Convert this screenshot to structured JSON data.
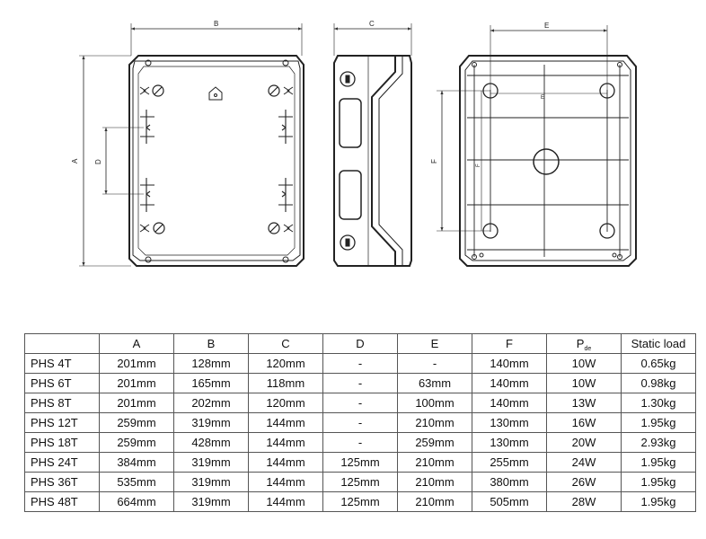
{
  "drawing": {
    "labels": {
      "a": "A",
      "b": "B",
      "c": "C",
      "d": "D",
      "e": "E",
      "f": "F"
    }
  },
  "table": {
    "headers": [
      "",
      "A",
      "B",
      "C",
      "D",
      "E",
      "F",
      "P",
      "Static load"
    ],
    "pde_sub": "de",
    "rows": [
      [
        "PHS 4T",
        "201mm",
        "128mm",
        "120mm",
        "-",
        "-",
        "140mm",
        "10W",
        "0.65kg"
      ],
      [
        "PHS 6T",
        "201mm",
        "165mm",
        "118mm",
        "-",
        "63mm",
        "140mm",
        "10W",
        "0.98kg"
      ],
      [
        "PHS 8T",
        "201mm",
        "202mm",
        "120mm",
        "-",
        "100mm",
        "140mm",
        "13W",
        "1.30kg"
      ],
      [
        "PHS 12T",
        "259mm",
        "319mm",
        "144mm",
        "-",
        "210mm",
        "130mm",
        "16W",
        "1.95kg"
      ],
      [
        "PHS 18T",
        "259mm",
        "428mm",
        "144mm",
        "-",
        "259mm",
        "130mm",
        "20W",
        "2.93kg"
      ],
      [
        "PHS 24T",
        "384mm",
        "319mm",
        "144mm",
        "125mm",
        "210mm",
        "255mm",
        "24W",
        "1.95kg"
      ],
      [
        "PHS 36T",
        "535mm",
        "319mm",
        "144mm",
        "125mm",
        "210mm",
        "380mm",
        "26W",
        "1.95kg"
      ],
      [
        "PHS 48T",
        "664mm",
        "319mm",
        "144mm",
        "125mm",
        "210mm",
        "505mm",
        "28W",
        "1.95kg"
      ]
    ]
  }
}
